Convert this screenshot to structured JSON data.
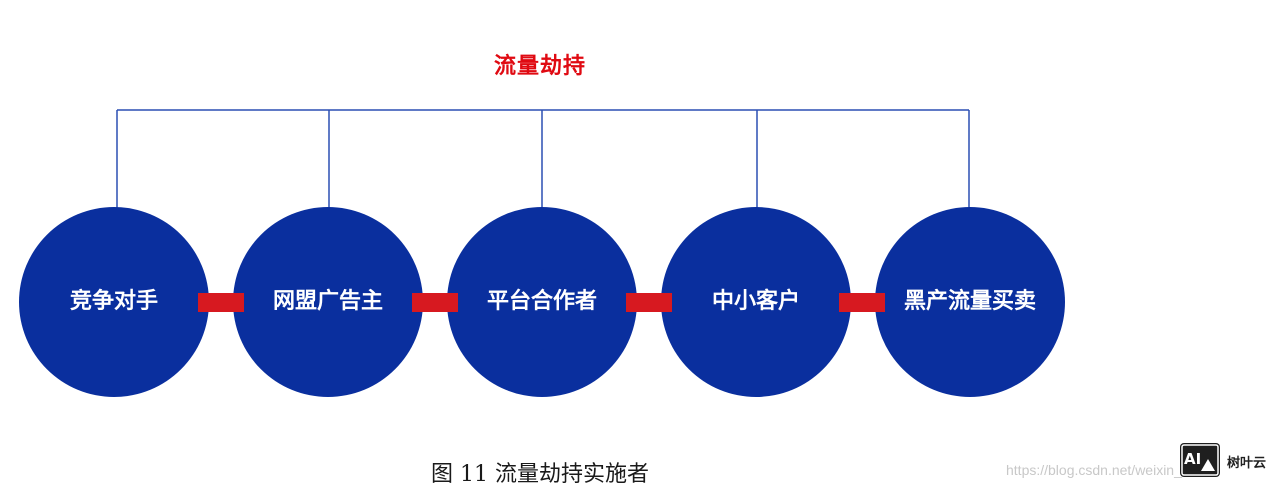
{
  "diagram": {
    "title": "流量劫持",
    "nodes": [
      {
        "label": "竞争对手"
      },
      {
        "label": "网盟广告主"
      },
      {
        "label": "平台合作者"
      },
      {
        "label": "中小客户"
      },
      {
        "label": "黑产流量买卖"
      }
    ],
    "caption": "图 11  流量劫持实施者"
  },
  "colors": {
    "title": "#e00a12",
    "circle_fill": "#0a2f9e",
    "connector": "#d71920",
    "bracket_line": "#2b4fb3",
    "node_text": "#ffffff"
  },
  "watermark": {
    "url": "https://blog.csdn.net/weixin_",
    "logo_mark": "AI",
    "logo_text": "树叶云"
  }
}
